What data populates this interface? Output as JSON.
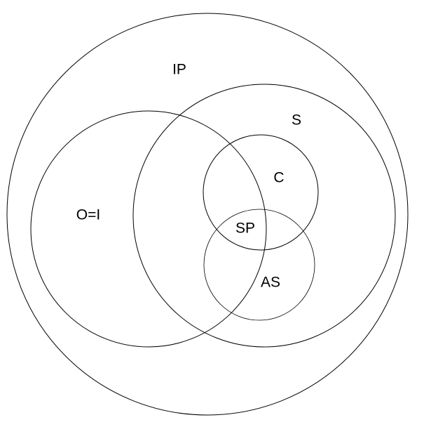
{
  "diagram": {
    "type": "venn",
    "line_color": "#000000",
    "background": "#ffffff",
    "sets": [
      {
        "id": "IP",
        "label": "IP",
        "contains": [
          "S",
          "O=I"
        ]
      },
      {
        "id": "S",
        "label": "S",
        "contains": [
          "C",
          "AS"
        ]
      },
      {
        "id": "O=I",
        "label": "O=I"
      },
      {
        "id": "C",
        "label": "C"
      },
      {
        "id": "AS",
        "label": "AS"
      }
    ],
    "region_labels": {
      "sp": "SP"
    }
  }
}
